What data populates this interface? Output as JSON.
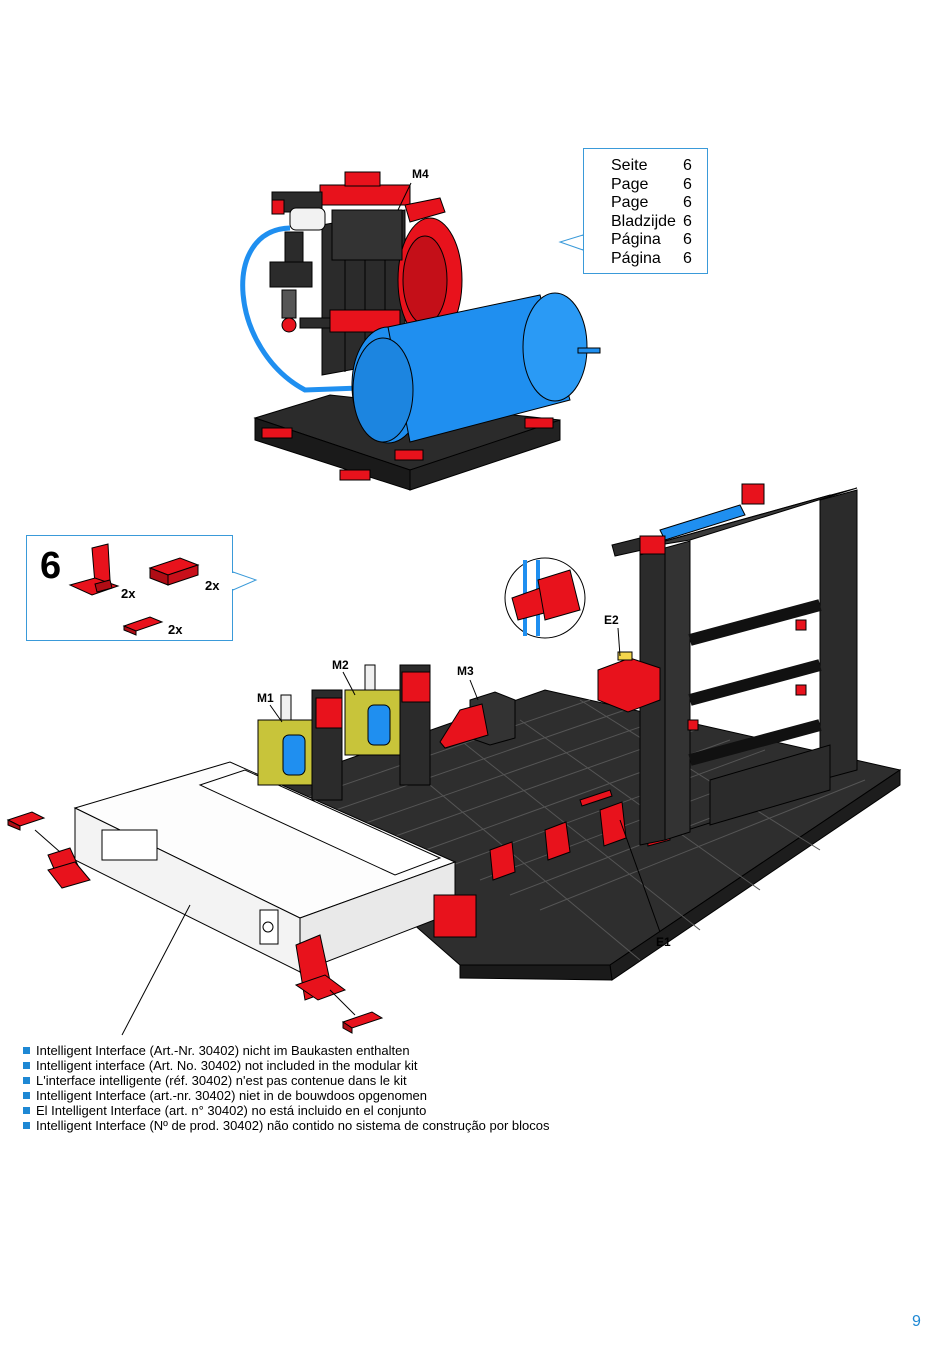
{
  "page_ref": {
    "rows": [
      {
        "label": "Seite",
        "page": "6"
      },
      {
        "label": "Page",
        "page": "6"
      },
      {
        "label": "Page",
        "page": "6"
      },
      {
        "label": "Bladzijde",
        "page": "6"
      },
      {
        "label": "Página",
        "page": "6"
      },
      {
        "label": "Página",
        "page": "6"
      }
    ]
  },
  "step": {
    "number": "6",
    "parts": [
      {
        "name": "angle-block",
        "qty": "2x"
      },
      {
        "name": "building-block-15",
        "qty": "2x"
      },
      {
        "name": "flat-plate",
        "qty": "2x"
      }
    ]
  },
  "component_labels": {
    "m4": "M4",
    "m1": "M1",
    "m2": "M2",
    "m3": "M3",
    "e1": "E1",
    "e2": "E2"
  },
  "notes": [
    "Intelligent Interface (Art.-Nr. 30402) nicht im Baukasten enthalten",
    "Intelligent interface (Art. No. 30402) not included in the modular kit",
    "L'interface intelligente (réf. 30402) n'est pas contenue dans le kit",
    "Intelligent Interface (art.-nr. 30402) niet in de bouwdoos opgenomen",
    "El Intelligent Interface (art. n° 30402) no está incluido en el conjunto",
    "Intelligent Interface (Nº de prod. 30402) não contido no sistema de construção por blocos"
  ],
  "colors": {
    "accent_blue": "#1e88d4",
    "part_red": "#e8121c",
    "part_black": "#2b2b2b",
    "tank_blue": "#1f8ff0",
    "valve_yellow": "#c8c43a"
  },
  "page_number": "9"
}
